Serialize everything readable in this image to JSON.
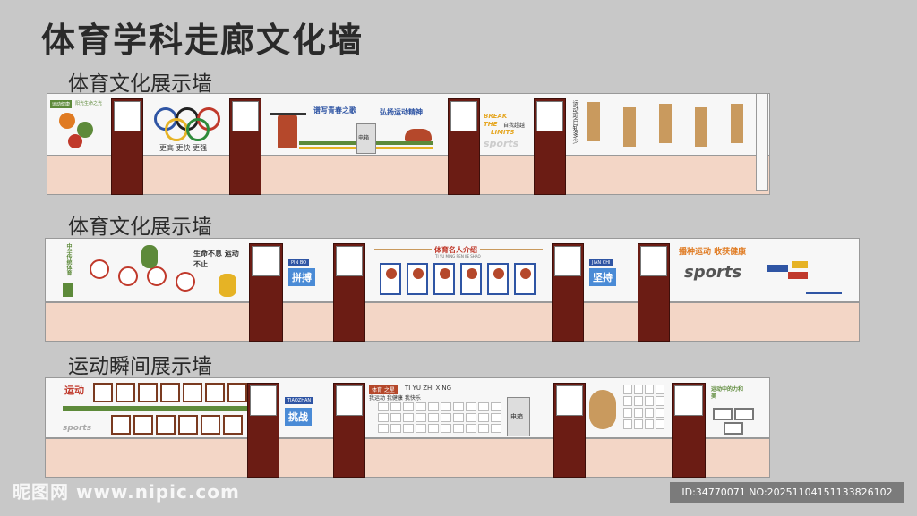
{
  "main_title": "体育学科走廊文化墙",
  "sections": [
    {
      "title": "体育文化展示墙",
      "panels": {
        "p1_tags": [
          "运动健康",
          "阳光生命之光"
        ],
        "olympic_slogan": "更高 更快 更强",
        "banner_left": "谱写青春之歌",
        "banner_right": "弘扬运动精神",
        "electric_box": "电箱",
        "break_text": [
          "BREAK",
          "THE",
          "LIMITS"
        ],
        "break_cn": "自我超越",
        "sports_word": "sports",
        "vertical_title": "运动项目知多少"
      }
    },
    {
      "title": "体育文化展示墙",
      "panels": {
        "vertical_left": "中华传统体育",
        "slogan": "生命不息 运动不止",
        "pin_bo": "PIN BO",
        "pin_bo_cn": "拼搏",
        "famous_title": "体育名人介绍",
        "famous_sub": "TI YU MING REN JIE SHAO",
        "jian_chi": "JIAN CHI",
        "jian_chi_cn": "坚持",
        "harvest_title": "播种运动 收获健康",
        "harvest_word": "sports"
      }
    },
    {
      "title": "运动瞬间展示墙",
      "panels": {
        "moment_title": "运动",
        "moment_word": "sports",
        "tiaozhan": "TIAOZHAN",
        "tiaozhan_cn": "挑战",
        "star_tag": "体育 之星",
        "star_pinyin": "TI YU ZHI XING",
        "star_slogan": "我运动 我健康 我快乐",
        "electric_box": "电箱",
        "power_title": "运动中的力和美"
      }
    }
  ],
  "watermark": "昵图网 www.nipic.com",
  "image_id": "ID:34770071 NO:20251104151133826102",
  "colors": {
    "door": "#6b1c14",
    "wall_lower": "#f3d6c6",
    "accent_orange": "#e07b22",
    "accent_blue": "#2f55a4",
    "accent_green": "#5d8a3a",
    "accent_red": "#c0392b"
  }
}
